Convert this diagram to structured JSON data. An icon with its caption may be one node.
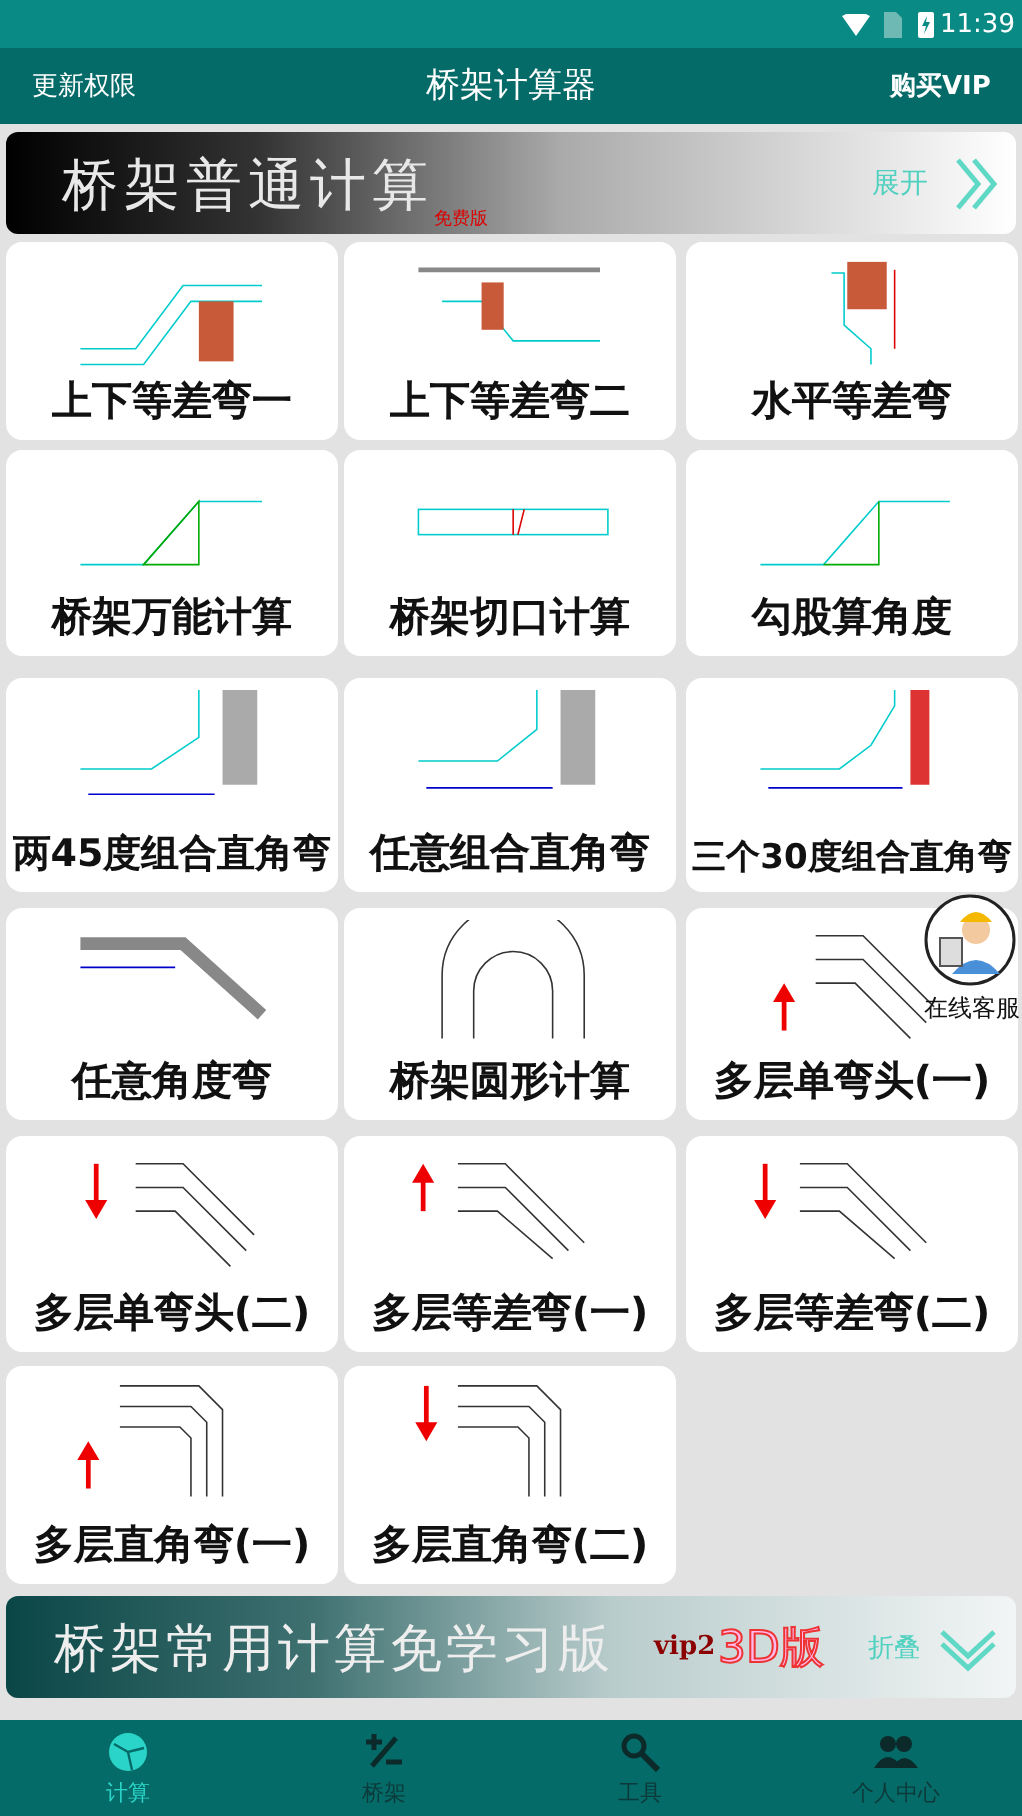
{
  "diagram": {
    "title": "桥架计算器",
    "nodes": [
      {
        "text": [
          "上下等差弯一"
        ]
      },
      {
        "text": [
          "上下等差弯二"
        ]
      },
      {
        "text": [
          "水平等差弯"
        ]
      },
      {
        "text": [
          "桥架万能计算"
        ]
      },
      {
        "text": [
          "桥架切口计算"
        ]
      },
      {
        "text": [
          "勾股算角度"
        ]
      },
      {
        "text": [
          "两45度组合直角弯"
        ]
      },
      {
        "text": [
          "任意组合直角弯"
        ]
      },
      {
        "text": [
          "三个30度组合直角弯"
        ]
      },
      {
        "text": [
          "任意角度弯"
        ]
      },
      {
        "text": [
          "桥架圆形计算"
        ]
      },
      {
        "text": [
          "多层单弯头(一)"
        ]
      },
      {
        "text": [
          "多层单弯头(二)"
        ]
      },
      {
        "text": [
          "多层等差弯(一)"
        ]
      },
      {
        "text": [
          "多层等差弯(二)"
        ]
      },
      {
        "text": [
          "多层直角弯(一)"
        ]
      },
      {
        "text": [
          "多层直角弯(二)"
        ]
      }
    ],
    "labels": [
      "11:39",
      "更新权限",
      "购买VIP",
      "桥架普通计算",
      "免费版",
      "展开",
      "在线客服",
      "桥架常用计算免学习版",
      "vip2",
      "3D版",
      "折叠",
      "计算",
      "桥架",
      "工具",
      "个人中心"
    ]
  }
}
